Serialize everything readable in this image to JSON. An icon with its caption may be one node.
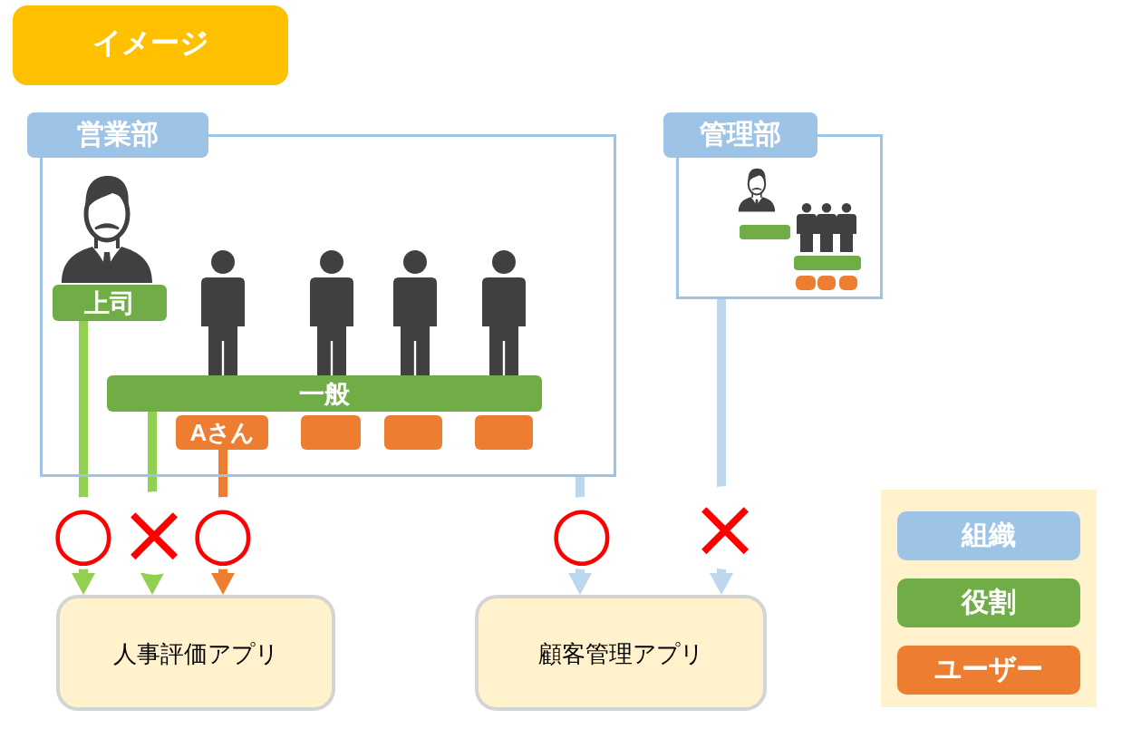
{
  "diagram": {
    "title": "イメージ",
    "nodes": [
      {
        "text": [
          "営業部"
        ]
      },
      {
        "text": [
          "上司"
        ],
        "in": 0
      },
      {
        "text": [
          "一般"
        ],
        "in": 0
      },
      {
        "text": [
          "Aさん"
        ],
        "in": 0
      },
      {
        "text": [],
        "shape": "box",
        "in": 0
      },
      {
        "text": [],
        "shape": "box",
        "in": 0
      },
      {
        "text": [],
        "shape": "box",
        "in": 0
      },
      {
        "text": [
          "管理部"
        ]
      },
      {
        "text": [],
        "shape": "bar",
        "in": 7
      },
      {
        "text": [],
        "shape": "bar",
        "in": 7
      },
      {
        "text": [],
        "shape": "box",
        "in": 7
      },
      {
        "text": [],
        "shape": "box",
        "in": 7
      },
      {
        "text": [],
        "shape": "box",
        "in": 7
      },
      {
        "text": [
          "人事評価アプリ"
        ]
      },
      {
        "text": [
          "顧客管理アプリ"
        ]
      }
    ],
    "edges": [
      {
        "from": 1,
        "to": 13,
        "arrow": "to",
        "label": "○",
        "color": "#92d050"
      },
      {
        "from": 2,
        "to": 13,
        "arrow": "to",
        "label": "×",
        "color": "#92d050"
      },
      {
        "from": 3,
        "to": 13,
        "arrow": "to",
        "label": "○",
        "color": "#ed7d31"
      },
      {
        "from": 0,
        "to": 14,
        "arrow": "to",
        "label": "○",
        "color": "#bdd7ee"
      },
      {
        "from": 7,
        "to": 14,
        "arrow": "to",
        "label": "×",
        "color": "#bdd7ee"
      }
    ],
    "legend": [
      {
        "text": "組織",
        "color": "#9dc3e6"
      },
      {
        "text": "役割",
        "color": "#70ad47"
      },
      {
        "text": "ユーザー",
        "color": "#ed7d31"
      }
    ]
  }
}
